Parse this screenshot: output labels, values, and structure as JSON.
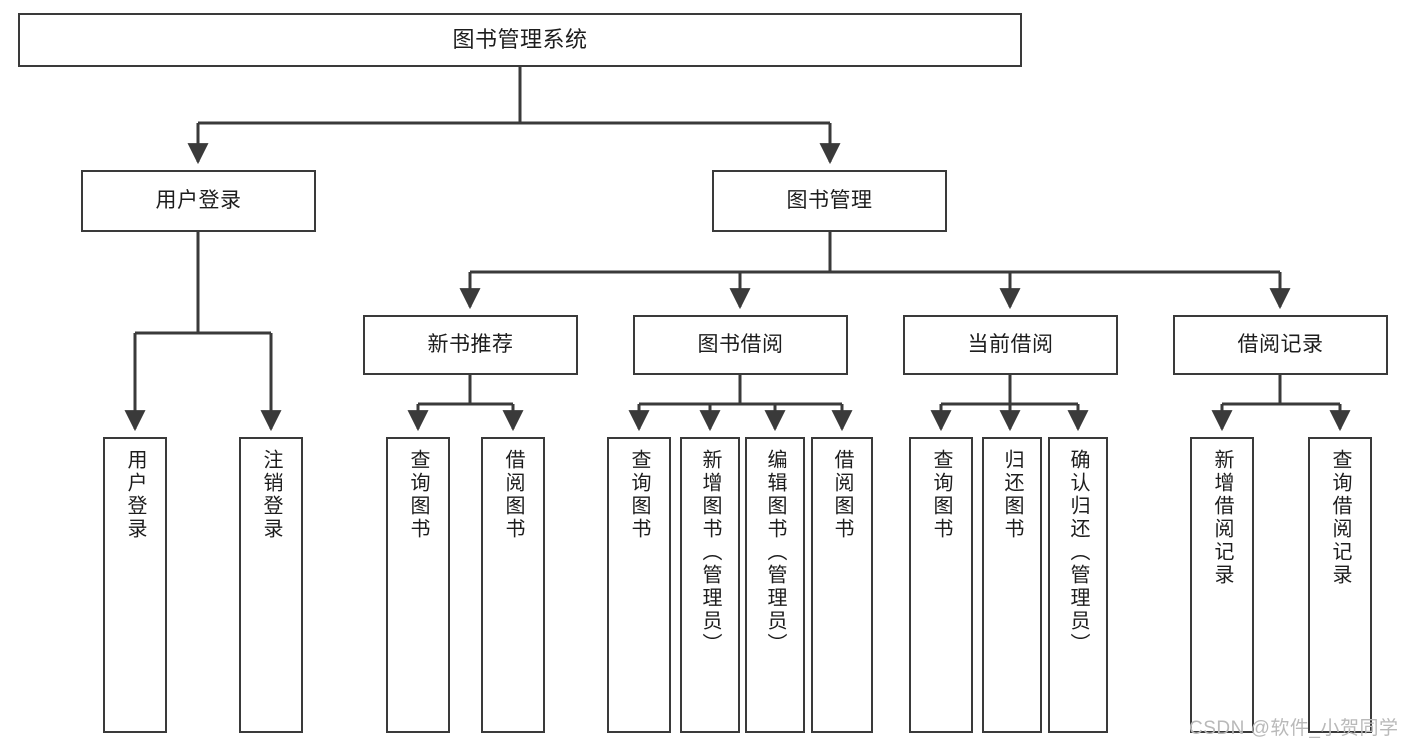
{
  "diagram": {
    "title": "图书管理系统",
    "type": "hierarchy-tree",
    "line_color": "#3a3a3a",
    "box_border_color": "#3a3a3a",
    "background_color": "#ffffff",
    "watermark": "CSDN @软件_小贺同学",
    "watermark_color": "#b9b9b9",
    "levels": 4
  },
  "nodes": {
    "root": {
      "label": "图书管理系统"
    },
    "level2": [
      {
        "label": "用户登录"
      },
      {
        "label": "图书管理"
      }
    ],
    "level3": [
      {
        "label": "新书推荐"
      },
      {
        "label": "图书借阅"
      },
      {
        "label": "当前借阅"
      },
      {
        "label": "借阅记录"
      }
    ],
    "leaves": {
      "user_login": [
        {
          "label": "用户登录"
        },
        {
          "label": "注销登录"
        }
      ],
      "new_book_recommend": [
        {
          "label": "查询图书"
        },
        {
          "label": "借阅图书"
        }
      ],
      "book_borrow": [
        {
          "label": "查询图书"
        },
        {
          "label": "新增图书（管理员）"
        },
        {
          "label": "编辑图书（管理员）"
        },
        {
          "label": "借阅图书"
        }
      ],
      "current_borrow": [
        {
          "label": "查询图书"
        },
        {
          "label": "归还图书"
        },
        {
          "label": "确认归还（管理员）"
        }
      ],
      "borrow_record": [
        {
          "label": "新增借阅记录"
        },
        {
          "label": "查询借阅记录"
        }
      ]
    }
  }
}
